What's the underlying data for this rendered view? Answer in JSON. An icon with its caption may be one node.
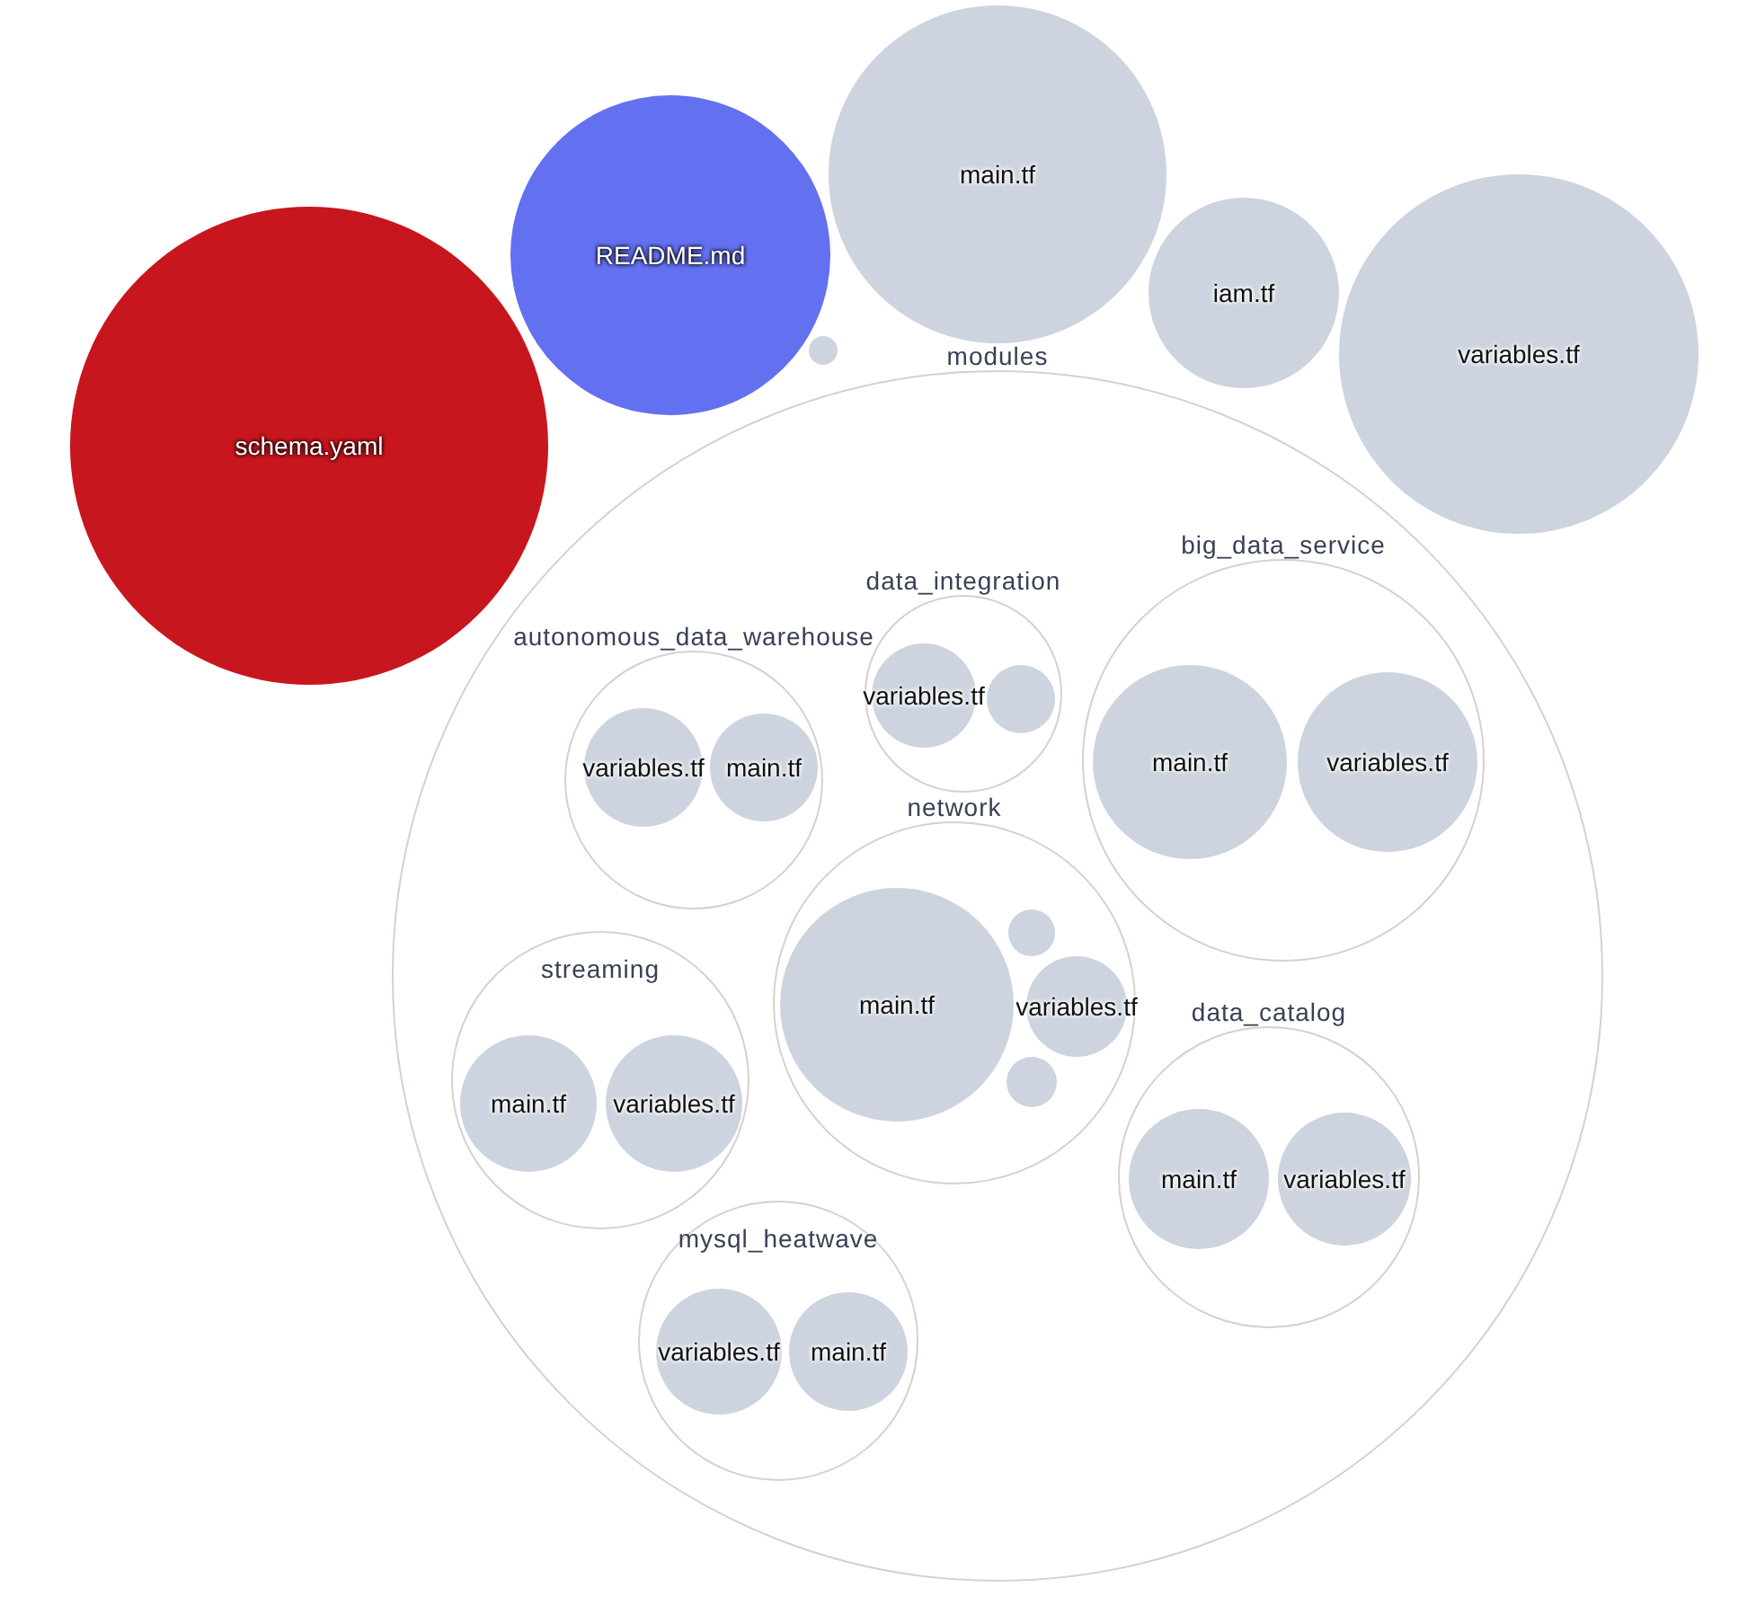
{
  "diagram": {
    "nodes": [
      {
        "text": [
          "schema.yaml"
        ]
      },
      {
        "text": [
          "README.md"
        ]
      },
      {
        "text": [],
        "shape": "circle"
      },
      {
        "text": [
          "main.tf"
        ]
      },
      {
        "text": [
          "iam.tf"
        ]
      },
      {
        "text": [
          "variables.tf"
        ]
      },
      {
        "text": [
          "modules"
        ]
      },
      {
        "text": [
          "autonomous_data_warehouse"
        ],
        "in": 6
      },
      {
        "text": [
          "variables.tf"
        ],
        "in": 7
      },
      {
        "text": [
          "main.tf"
        ],
        "in": 7
      },
      {
        "text": [
          "data_integration"
        ],
        "in": 6
      },
      {
        "text": [
          "variables.tf"
        ],
        "in": 10
      },
      {
        "text": [],
        "shape": "circle",
        "in": 10
      },
      {
        "text": [
          "big_data_service"
        ],
        "in": 6
      },
      {
        "text": [
          "main.tf"
        ],
        "in": 13
      },
      {
        "text": [
          "variables.tf"
        ],
        "in": 13
      },
      {
        "text": [
          "streaming"
        ],
        "in": 6
      },
      {
        "text": [
          "main.tf"
        ],
        "in": 16
      },
      {
        "text": [
          "variables.tf"
        ],
        "in": 16
      },
      {
        "text": [
          "network"
        ],
        "in": 6
      },
      {
        "text": [
          "main.tf"
        ],
        "in": 19
      },
      {
        "text": [],
        "shape": "circle",
        "in": 19
      },
      {
        "text": [
          "variables.tf"
        ],
        "in": 19
      },
      {
        "text": [],
        "shape": "circle",
        "in": 19
      },
      {
        "text": [
          "data_catalog"
        ],
        "in": 6
      },
      {
        "text": [
          "main.tf"
        ],
        "in": 24
      },
      {
        "text": [
          "variables.tf"
        ],
        "in": 24
      },
      {
        "text": [
          "mysql_heatwave"
        ],
        "in": 6
      },
      {
        "text": [
          "variables.tf"
        ],
        "in": 27
      },
      {
        "text": [
          "main.tf"
        ],
        "in": 27
      }
    ],
    "edges": []
  }
}
